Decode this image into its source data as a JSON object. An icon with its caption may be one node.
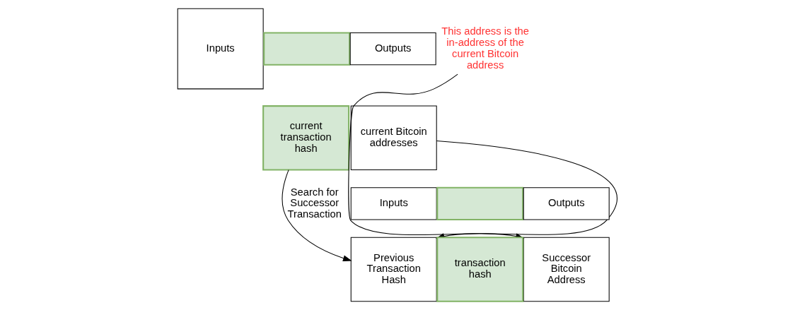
{
  "diagram": {
    "nodes": [
      {
        "text": [
          "Inputs"
        ]
      },
      {
        "text": [],
        "shape": "box"
      },
      {
        "text": [
          "current transaction hash"
        ]
      },
      {
        "text": [
          "Outputs"
        ]
      },
      {
        "text": [
          "current Bitcoin addresses"
        ]
      },
      {
        "text": [
          "This address is the in-address of the current Bitcoin address"
        ]
      },
      {
        "text": [
          "Inputs"
        ]
      },
      {
        "text": [],
        "shape": "box"
      },
      {
        "text": [
          "Outputs"
        ]
      },
      {
        "text": [
          "Previous Transaction Hash"
        ]
      },
      {
        "text": [
          "transaction hash"
        ]
      },
      {
        "text": [
          "Successor Bitcoin Address"
        ]
      }
    ],
    "edges": [
      {
        "from": 4,
        "to": 9,
        "arrow": "to"
      },
      {
        "from": 2,
        "to": 9,
        "arrow": "to",
        "label": "Search for Successor Transaction"
      },
      {
        "from": 5,
        "to": 11,
        "arrow": "to"
      }
    ]
  }
}
